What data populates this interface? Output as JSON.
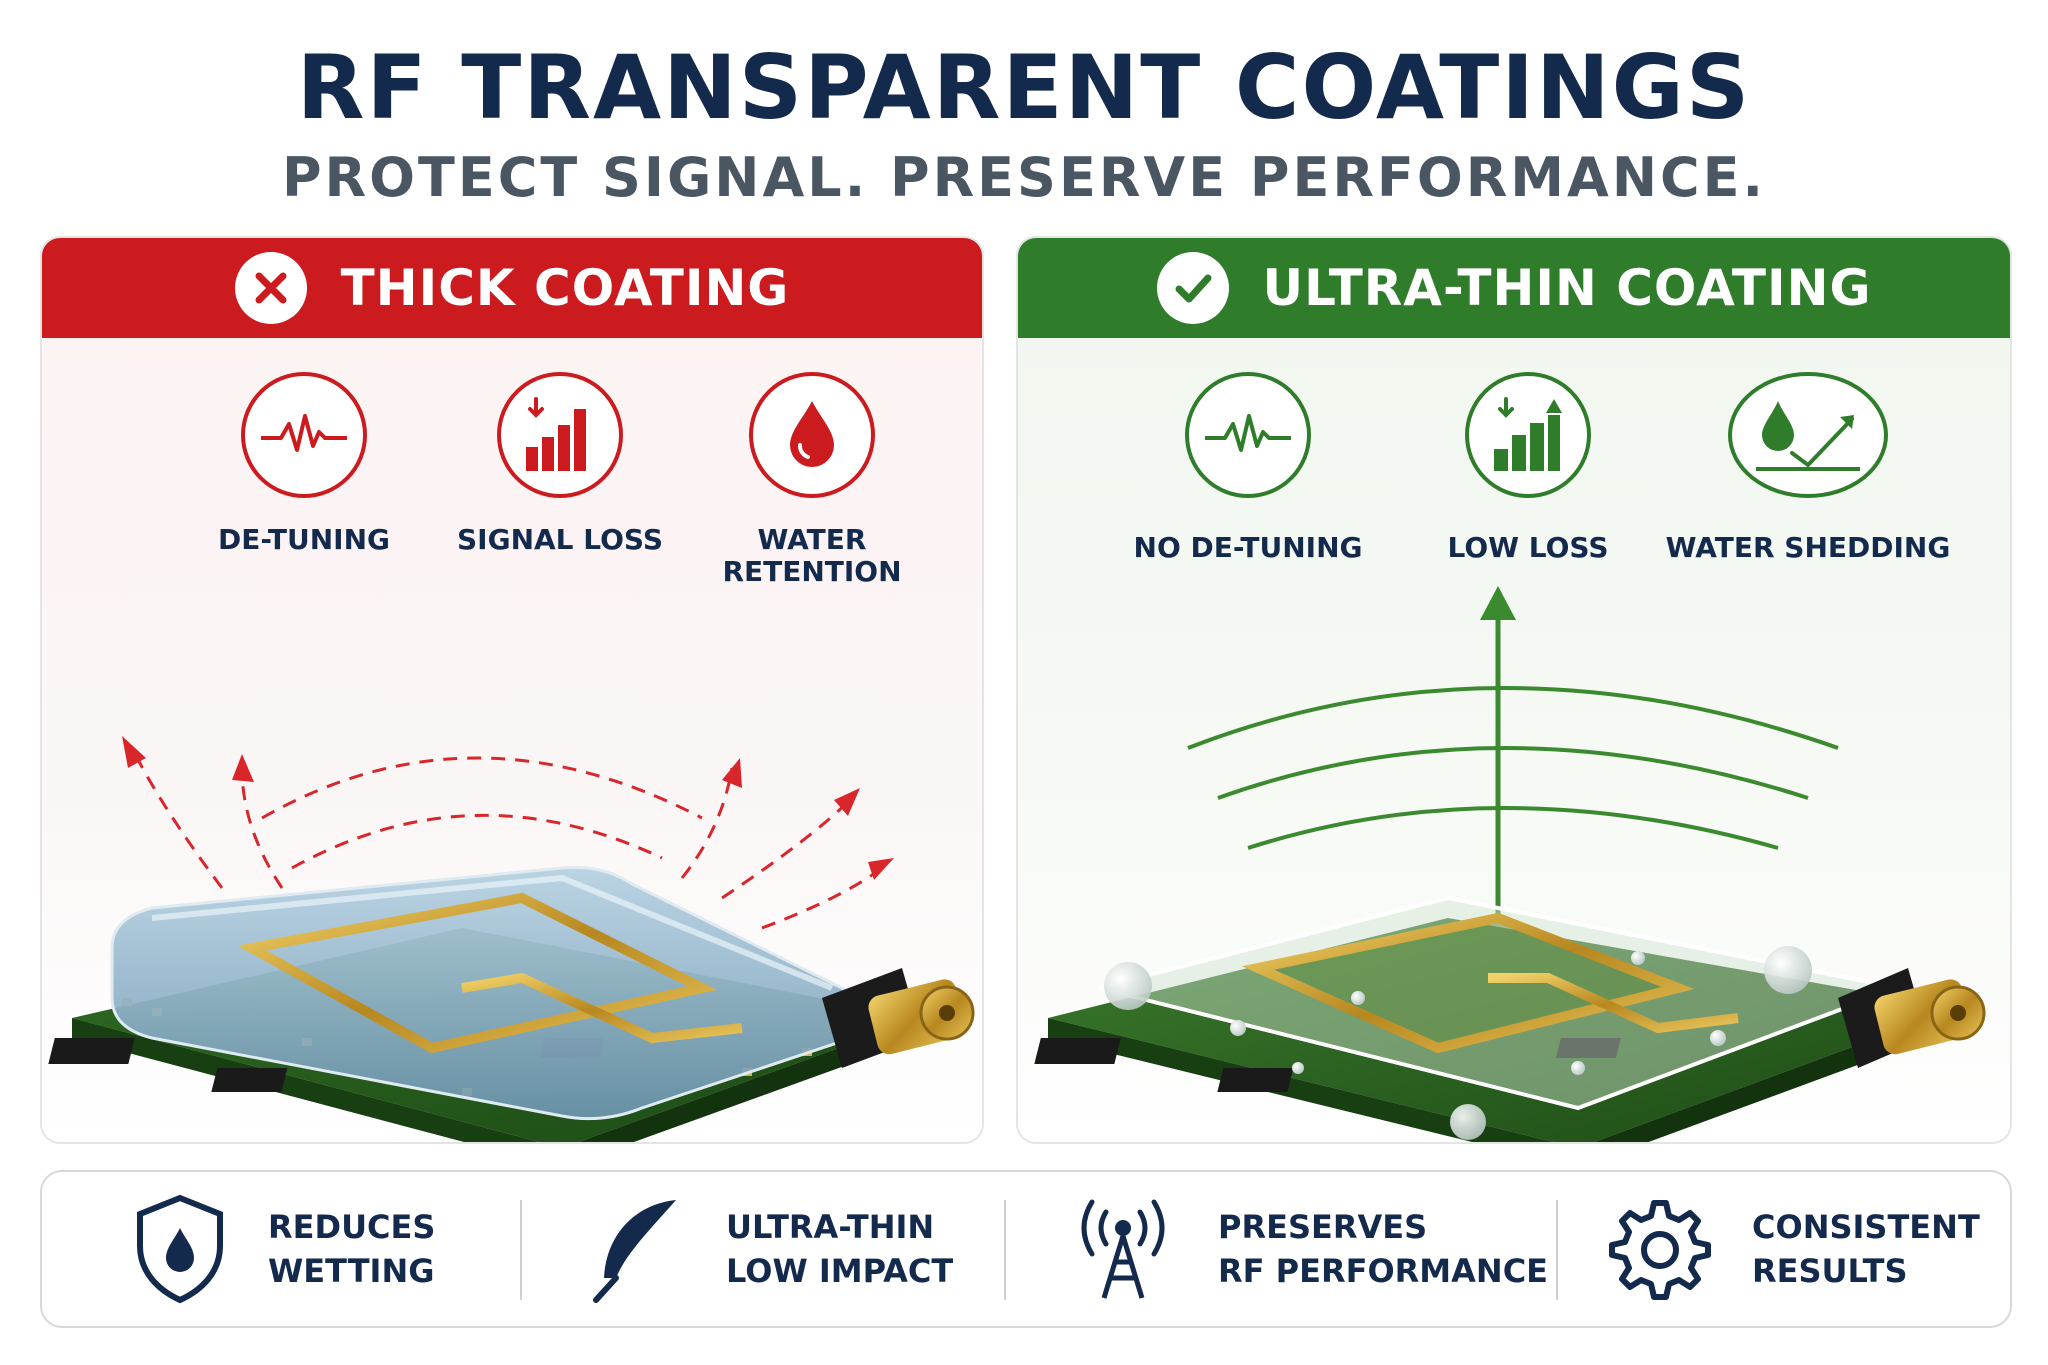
{
  "title": "RF TRANSPARENT COATINGS",
  "subtitle": "PROTECT SIGNAL. PRESERVE PERFORMANCE.",
  "colors": {
    "bad": "#cc1b1e",
    "good": "#2f7d2a",
    "navy": "#142a4d"
  },
  "left_panel": {
    "header": "THICK COATING",
    "header_icon": "x-circle-icon",
    "features": [
      {
        "icon": "waveform-icon",
        "label_lines": [
          "DE-TUNING"
        ]
      },
      {
        "icon": "signal-loss-icon",
        "label_lines": [
          "SIGNAL LOSS"
        ]
      },
      {
        "icon": "water-drop-icon",
        "label_lines": [
          "WATER",
          "RETENTION"
        ]
      }
    ]
  },
  "right_panel": {
    "header": "ULTRA-THIN COATING",
    "header_icon": "check-circle-icon",
    "features": [
      {
        "icon": "waveform-icon",
        "label_lines": [
          "NO DE-TUNING"
        ]
      },
      {
        "icon": "low-loss-icon",
        "label_lines": [
          "LOW LOSS"
        ]
      },
      {
        "icon": "water-shedding-icon",
        "label_lines": [
          "WATER SHEDDING"
        ]
      }
    ]
  },
  "benefits": [
    {
      "icon": "shield-drop-icon",
      "lines": [
        "REDUCES",
        "WETTING"
      ]
    },
    {
      "icon": "feather-icon",
      "lines": [
        "ULTRA-THIN",
        "LOW IMPACT"
      ]
    },
    {
      "icon": "antenna-tower-icon",
      "lines": [
        "PRESERVES",
        "RF PERFORMANCE"
      ]
    },
    {
      "icon": "gear-icon",
      "lines": [
        "CONSISTENT",
        "RESULTS"
      ]
    }
  ]
}
